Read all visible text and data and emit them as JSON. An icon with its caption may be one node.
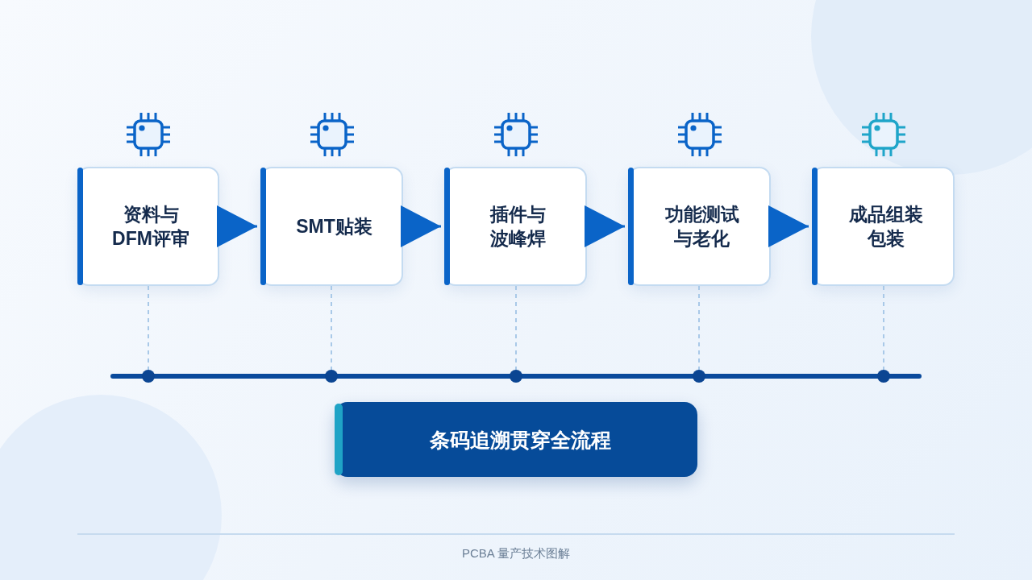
{
  "diagram": {
    "caption": "PCBA 量产技术图解",
    "nodes": [
      {
        "text": [
          "资料与DFM评审"
        ]
      },
      {
        "text": [
          "SMT贴装"
        ]
      },
      {
        "text": [
          "插件与波峰焊"
        ]
      },
      {
        "text": [
          "功能测试与老化"
        ]
      },
      {
        "text": [
          "成品组装包装"
        ]
      },
      {
        "text": [],
        "shape": "bar"
      },
      {
        "text": [],
        "shape": "circle"
      },
      {
        "text": [],
        "shape": "circle"
      },
      {
        "text": [],
        "shape": "circle"
      },
      {
        "text": [],
        "shape": "circle"
      },
      {
        "text": [],
        "shape": "circle"
      },
      {
        "text": [
          "条码追溯贯穿全流程"
        ]
      }
    ],
    "edges": [
      {
        "from": 0,
        "to": 1,
        "arrow": "to",
        "color": "#0a64c8"
      },
      {
        "from": 1,
        "to": 2,
        "arrow": "to",
        "color": "#0a64c8"
      },
      {
        "from": 2,
        "to": 3,
        "arrow": "to",
        "color": "#0a64c8"
      },
      {
        "from": 3,
        "to": 4,
        "arrow": "to",
        "color": "#0a64c8"
      },
      {
        "from": 0,
        "to": 6,
        "arrow": "none",
        "style": "dashed",
        "color": "#a9c9e8"
      },
      {
        "from": 1,
        "to": 7,
        "arrow": "none",
        "style": "dashed",
        "color": "#a9c9e8"
      },
      {
        "from": 2,
        "to": 8,
        "arrow": "none",
        "style": "dashed",
        "color": "#a9c9e8"
      },
      {
        "from": 3,
        "to": 9,
        "arrow": "none",
        "style": "dashed",
        "color": "#a9c9e8"
      },
      {
        "from": 4,
        "to": 10,
        "arrow": "none",
        "style": "dashed",
        "color": "#a9c9e8"
      }
    ]
  }
}
